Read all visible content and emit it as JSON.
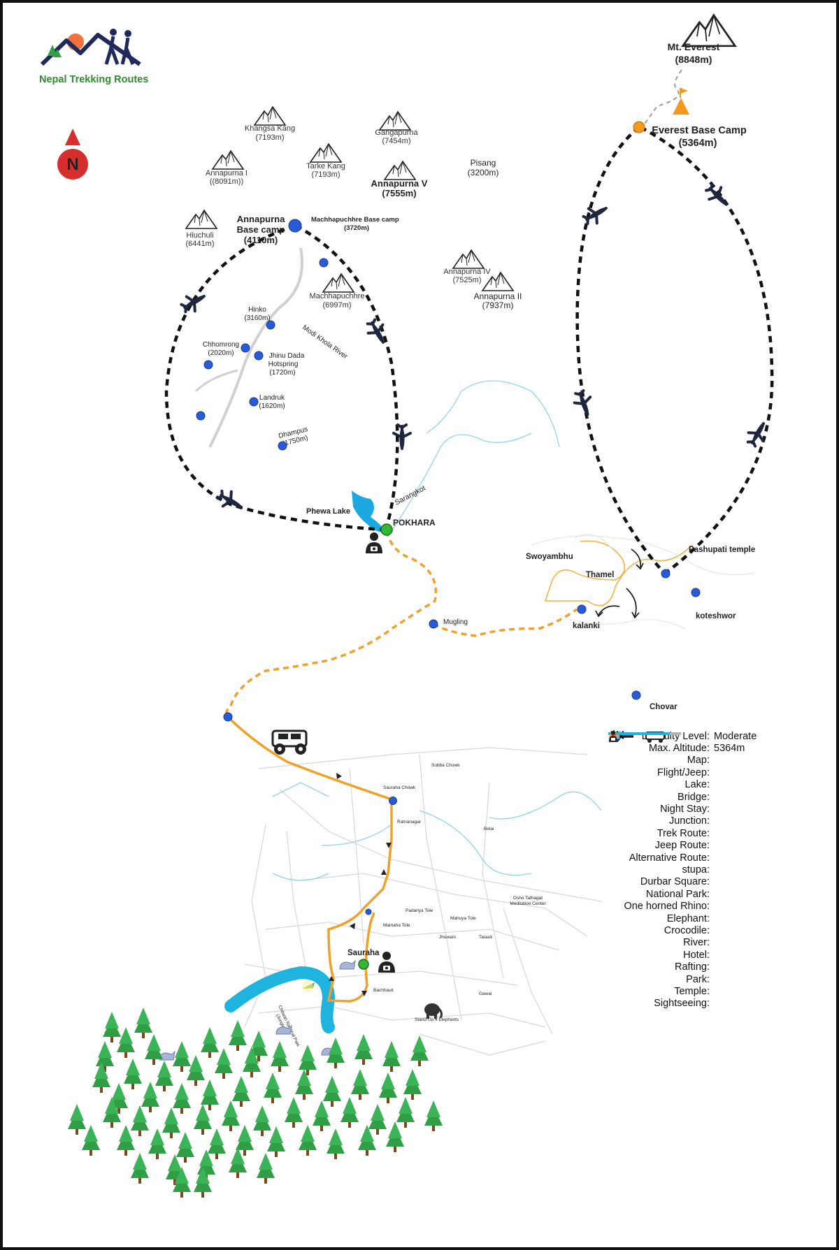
{
  "brand": {
    "name": "Nepal Trekking Routes"
  },
  "compass": {
    "label": "N"
  },
  "peaks": [
    {
      "name": "Mt. Everest",
      "altitude": "(8848m)"
    },
    {
      "name": "Khangsa Kang",
      "altitude": "(7193m)"
    },
    {
      "name": "Gangapurna",
      "altitude": "(7454m)"
    },
    {
      "name": "Annapurna I",
      "altitude": "((8091m))"
    },
    {
      "name": "Tarke Kang",
      "altitude": "(7193m)"
    },
    {
      "name": "Annapurna V",
      "altitude": "(7555m)"
    },
    {
      "name": "Hiuchuli",
      "altitude": "(6441m)"
    },
    {
      "name": "Annapurna IV",
      "altitude": "(7525m)"
    },
    {
      "name": "Machhapuchhre",
      "altitude": "(6997m)"
    },
    {
      "name": "Annapurna II",
      "altitude": "(7937m)"
    }
  ],
  "places": {
    "ebc": {
      "name": "Everest Base Camp",
      "altitude": "(5364m)"
    },
    "abc": {
      "line1": "Annapurna",
      "line2": "Base camp",
      "altitude": "(4110m)"
    },
    "mbc": {
      "name": "Machhapuchhre Base camp",
      "altitude": "(3720m)"
    },
    "pisang": {
      "name": "Pisang",
      "altitude": "(3200m)"
    },
    "hinko": {
      "name": "Hinko",
      "altitude": "(3160m)"
    },
    "chhomrong": {
      "name": "Chhomrong",
      "altitude": "(2020m)"
    },
    "jhinu": {
      "line1": "Jhinu Dada",
      "line2": "Hotspring",
      "altitude": "(1720m)"
    },
    "landruk": {
      "name": "Landruk",
      "altitude": "(1620m)"
    },
    "dhampus": {
      "name": "Dhampus",
      "altitude": "(1750m)"
    },
    "modi_river": "Modi Khola River",
    "phewa": "Phewa Lake",
    "sarangkot": "Sarangkot",
    "pokhara": "POKHARA",
    "mugling": "Mugling",
    "swoyambhu": "Swoyambhu",
    "thamel": "Thamel",
    "pashupati": "Pashupati temple",
    "kalanki": "kalanki",
    "koteshwor": "koteshwor",
    "chovar": "Chovar",
    "subba_chowk": "Subba Chowk",
    "sauraha_chowk": "Sauraha Chowk",
    "ratnanagar": "Ratnanagar",
    "belai": "Belai",
    "osho": {
      "line1": "Osho Tathagat",
      "line2": "Meditation Center"
    },
    "padariya": "Padariya Tole",
    "mahuya": "Mahuya Tole",
    "mainaha": "Mainaha Tole",
    "jhuwani": "Jhuwani",
    "tarauli": "Tarauli",
    "sauraha": "Sauraha",
    "bachhauli": "Bachhauli",
    "gawai": "Gawai",
    "elephants": "Stand Up 4 Elephants",
    "chitwan": {
      "line1": "Chitwan National Park",
      "line2": "(Jungle)"
    }
  },
  "legend": {
    "rows": [
      {
        "label": "Difficulty Level:",
        "value": "Moderate",
        "icon": ""
      },
      {
        "label": "Max. Altitude:",
        "value": "5364m",
        "icon": ""
      },
      {
        "label": "Map:",
        "value": "",
        "icon": "line-gray"
      },
      {
        "label": "Flight/Jeep:",
        "value": "",
        "icon": "plane-jeep"
      },
      {
        "label": "Lake:",
        "value": "",
        "icon": ""
      },
      {
        "label": "Bridge:",
        "value": "",
        "icon": "bridge"
      },
      {
        "label": "Night Stay:",
        "value": "",
        "icon": "dot-green"
      },
      {
        "label": "Junction:",
        "value": "",
        "icon": "dot-blue"
      },
      {
        "label": "Trek Route:",
        "value": "",
        "icon": "line-green"
      },
      {
        "label": "Jeep Route:",
        "value": "",
        "icon": "line-orange"
      },
      {
        "label": "Alternative Route:",
        "value": "",
        "icon": "line-red"
      },
      {
        "label": "stupa:",
        "value": "",
        "icon": "stupa"
      },
      {
        "label": "Durbar Square:",
        "value": "",
        "icon": "durbar"
      },
      {
        "label": "National Park:",
        "value": "",
        "icon": "tree"
      },
      {
        "label": "One horned Rhino:",
        "value": "",
        "icon": "rhino"
      },
      {
        "label": "Elephant:",
        "value": "",
        "icon": "elephant"
      },
      {
        "label": "Crocodile:",
        "value": "",
        "icon": "crocodile"
      },
      {
        "label": "River:",
        "value": "",
        "icon": "line-blue"
      },
      {
        "label": "Hotel:",
        "value": "",
        "icon": "hotel"
      },
      {
        "label": "Rafting:",
        "value": "",
        "icon": "rafting"
      },
      {
        "label": "Park:",
        "value": "",
        "icon": "park"
      },
      {
        "label": "Temple:",
        "value": "",
        "icon": "temple"
      },
      {
        "label": "Sightseeing:",
        "value": "",
        "icon": "sightseeing"
      }
    ]
  },
  "colors": {
    "jeep": "#f0a12a",
    "river": "#1fb3e0",
    "trek": "#3ab23a",
    "alt": "#d83a3a",
    "junction": "#2a5bd7",
    "night": "#35b535",
    "ebc": "#f39a1e",
    "tree": "#2f9e44",
    "compass": "#d62d2d",
    "brand": "#2f8a2f"
  }
}
